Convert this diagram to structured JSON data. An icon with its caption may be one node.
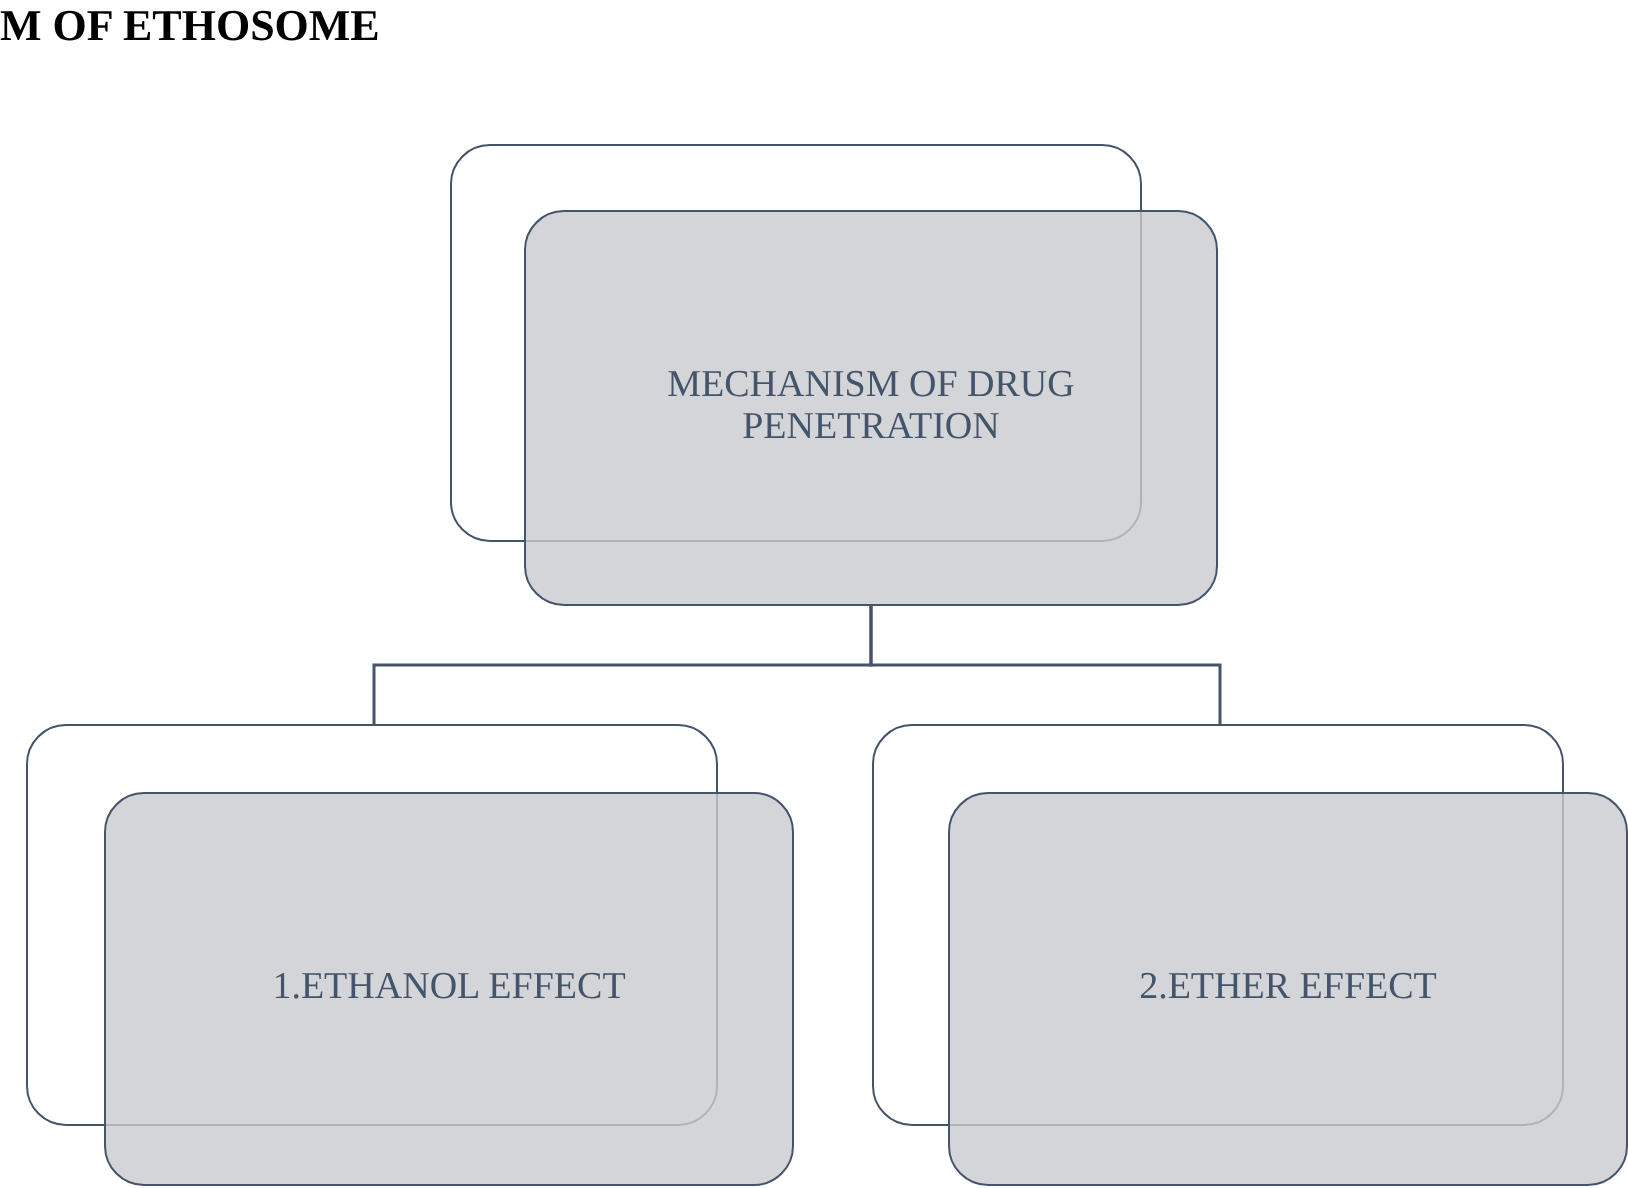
{
  "diagram": {
    "title": "M OF ETHOSOME",
    "nodes": [
      {
        "text": [
          "MECHANISM OF DRUG PENETRATION"
        ]
      },
      {
        "text": [
          "1.ETHANOL EFFECT"
        ]
      },
      {
        "text": [
          "2.ETHER EFFECT"
        ]
      }
    ],
    "edges": [
      {
        "from": 0,
        "to": 1,
        "arrow": "none"
      },
      {
        "from": 0,
        "to": 2,
        "arrow": "none"
      }
    ]
  }
}
